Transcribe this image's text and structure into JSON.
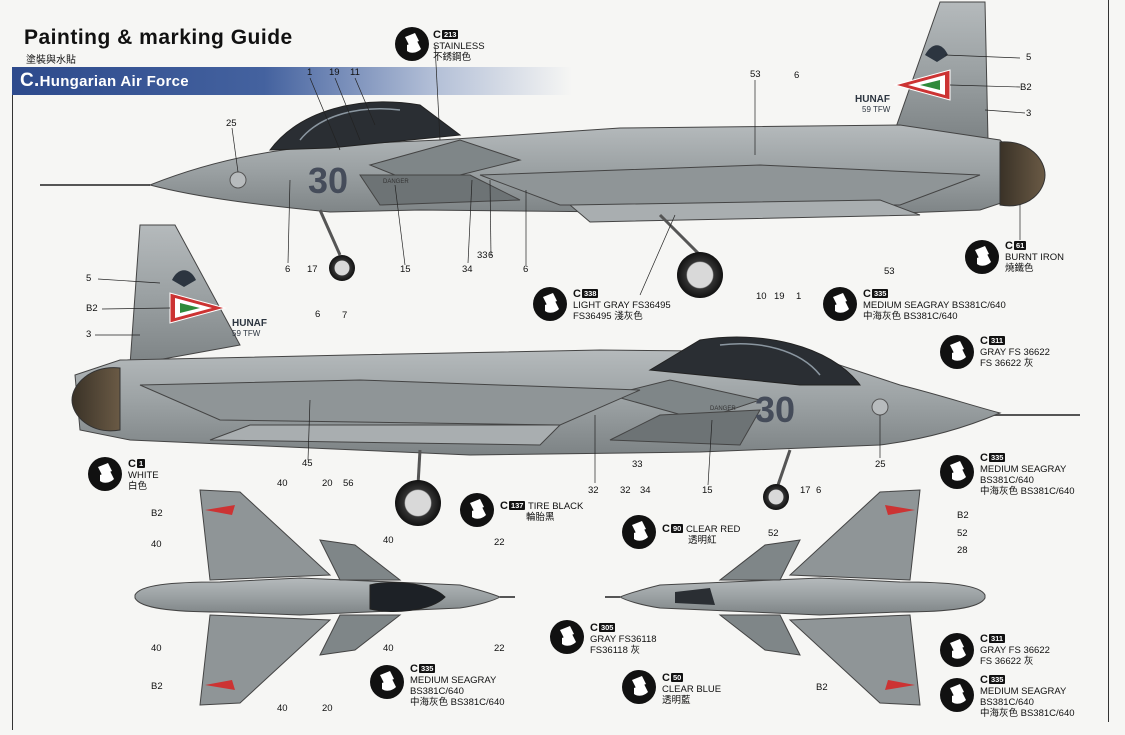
{
  "header": {
    "title": "Painting & marking Guide",
    "subtitle": "塗裝與水貼",
    "section_letter": "C.",
    "section_title": "Hungarian Air Force"
  },
  "aircraft": {
    "tail_text": "HUNAF",
    "tail_unit": "59 TFW",
    "side_number": "30",
    "danger_text": "DANGER"
  },
  "colors": {
    "body_gray": "#9aa0a2",
    "dark_gray": "#5e6567",
    "canopy": "#2a2e33",
    "banner_blue": "#2d4a8c"
  },
  "callouts": {
    "stainless": {
      "code": "C",
      "num": "213",
      "en": "STAINLESS",
      "cn": "不銹鋼色"
    },
    "burnt_iron": {
      "code": "C",
      "num": "61",
      "en": "BURNT IRON",
      "cn": "燒鐵色"
    },
    "light_gray": {
      "code": "C",
      "num": "338",
      "en": "LIGHT GRAY FS36495",
      "cn": "FS36495 淺灰色"
    },
    "medium_seagray_top": {
      "code": "C",
      "num": "335",
      "en": "MEDIUM SEAGRAY BS381C/640",
      "cn": "中海灰色 BS381C/640"
    },
    "gray_36622_top": {
      "code": "C",
      "num": "311",
      "en": "GRAY FS 36622",
      "cn": "FS 36622 灰"
    },
    "white": {
      "code": "C",
      "num": "1",
      "en": "WHITE",
      "cn": "白色"
    },
    "tire_black": {
      "code": "C",
      "num": "137",
      "en": "TIRE BLACK",
      "cn": "輪胎黑"
    },
    "medium_seagray_right": {
      "code": "C",
      "num": "335",
      "en": "MEDIUM SEAGRAY",
      "en2": "BS381C/640",
      "cn": "中海灰色 BS381C/640"
    },
    "clear_red": {
      "code": "C",
      "num": "90",
      "en": "CLEAR RED",
      "cn": "透明紅"
    },
    "gray_36118": {
      "code": "C",
      "num": "305",
      "en": "GRAY FS36118",
      "cn": "FS36118 灰"
    },
    "clear_blue": {
      "code": "C",
      "num": "50",
      "en": "CLEAR BLUE",
      "cn": "透明藍"
    },
    "medium_seagray_bottom": {
      "code": "C",
      "num": "335",
      "en": "MEDIUM SEAGRAY",
      "en2": "BS381C/640",
      "cn": "中海灰色 BS381C/640"
    },
    "gray_36622_bottom": {
      "code": "C",
      "num": "311",
      "en": "GRAY FS 36622",
      "cn": "FS 36622 灰"
    },
    "medium_seagray_br": {
      "code": "C",
      "num": "335",
      "en": "MEDIUM SEAGRAY",
      "en2": "BS381C/640",
      "cn": "中海灰色 BS381C/640"
    }
  },
  "marker_numbers": {
    "n1": "1",
    "n19": "19",
    "n11": "11",
    "n25": "25",
    "n6": "6",
    "n17": "17",
    "n15": "15",
    "n34": "34",
    "n33": "33",
    "n53": "53",
    "n5": "5",
    "nB2": "B2",
    "n3": "3",
    "n7": "7",
    "n10": "10",
    "n45": "45",
    "n32": "32",
    "n40": "40",
    "n20": "20",
    "n56": "56",
    "n22": "22",
    "n52": "52",
    "n28": "28"
  }
}
